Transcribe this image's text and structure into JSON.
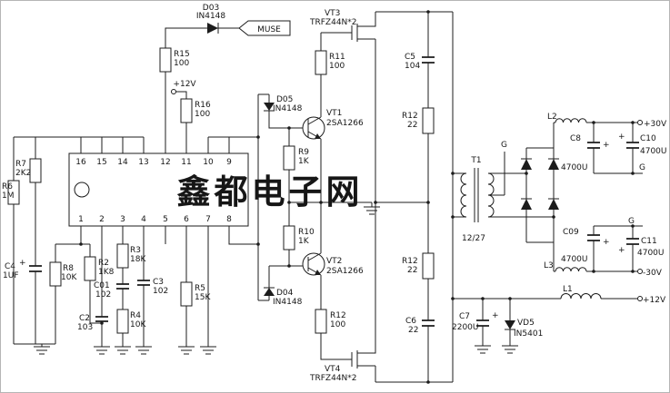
{
  "watermark": {
    "text": "鑫都电子网",
    "color": "#9c1b1b"
  },
  "flag": {
    "label": "MUSE"
  },
  "symbols": {
    "plus": "+"
  },
  "rails": {
    "vcc_top": "+12V",
    "p30": "+30V",
    "n30": "-30V",
    "p12": "+12V"
  },
  "ground_labels": {
    "transformer": "G",
    "upper": "G",
    "lower": "G"
  },
  "ic": {
    "top_pins": [
      "16",
      "15",
      "14",
      "13",
      "12",
      "11",
      "10",
      "9"
    ],
    "bottom_pins": [
      "1",
      "2",
      "3",
      "4",
      "5",
      "6",
      "7",
      "8"
    ]
  },
  "parts": {
    "d03": {
      "ref": "D03",
      "value": "IN4148"
    },
    "r15": {
      "ref": "R15",
      "value": "100"
    },
    "r16": {
      "ref": "R16",
      "value": "100"
    },
    "vt3": {
      "ref": "VT3",
      "value": "TRFZ44N*2"
    },
    "vt4": {
      "ref": "VT4",
      "value": "TRFZ44N*2"
    },
    "r11": {
      "ref": "R11",
      "value": "100"
    },
    "d05": {
      "ref": "D05",
      "value": "IN4148"
    },
    "vt1": {
      "ref": "VT1",
      "value": "2SA1266"
    },
    "r9": {
      "ref": "R9",
      "value": "1K"
    },
    "r10": {
      "ref": "R10",
      "value": "1K"
    },
    "vt2": {
      "ref": "VT2",
      "value": "2SA1266"
    },
    "d04": {
      "ref": "D04",
      "value": "IN4148"
    },
    "r12b": {
      "ref": "R12",
      "value": "100"
    },
    "c5": {
      "ref": "C5",
      "value": "104"
    },
    "r12a": {
      "ref": "R12",
      "value": "22"
    },
    "r12c": {
      "ref": "R12",
      "value": "22"
    },
    "c6": {
      "ref": "C6",
      "value": "22"
    },
    "t1": {
      "ref": "T1",
      "value": "12/27"
    },
    "l1": {
      "ref": "L1"
    },
    "l2": {
      "ref": "L2"
    },
    "l3": {
      "ref": "L3"
    },
    "c8": {
      "ref": "C8",
      "value": "4700U"
    },
    "c10": {
      "ref": "C10",
      "value": "4700U"
    },
    "c09": {
      "ref": "C09",
      "value": "4700U"
    },
    "c11": {
      "ref": "C11",
      "value": "4700U"
    },
    "c7": {
      "ref": "C7",
      "value": "2200U"
    },
    "vd5": {
      "ref": "VD5",
      "value": "IN5401"
    },
    "r7": {
      "ref": "R7",
      "value": "2K2"
    },
    "r6": {
      "ref": "R6",
      "value": "1M"
    },
    "c4": {
      "ref": "C4",
      "value": "1UF"
    },
    "r8": {
      "ref": "R8",
      "value": "10K"
    },
    "r2": {
      "ref": "R2",
      "value": "1K8"
    },
    "r3": {
      "ref": "R3",
      "value": "18K"
    },
    "c01": {
      "ref": "C01",
      "value": "102"
    },
    "c2": {
      "ref": "C2",
      "value": "103"
    },
    "r4": {
      "ref": "R4",
      "value": "10K"
    },
    "c3": {
      "ref": "C3",
      "value": "102"
    },
    "r5": {
      "ref": "R5",
      "value": "15K"
    }
  }
}
